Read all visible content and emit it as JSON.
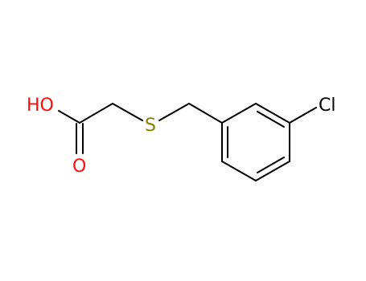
{
  "molecule": {
    "atoms": {
      "hydroxyl": "HO",
      "carbonyl_oxygen": "O",
      "sulfur": "S",
      "chlorine": "Cl"
    },
    "colors": {
      "bond": "#000000",
      "oxygen": "#ff0d0d",
      "sulfur": "#808000",
      "chlorine": "#000000"
    }
  }
}
